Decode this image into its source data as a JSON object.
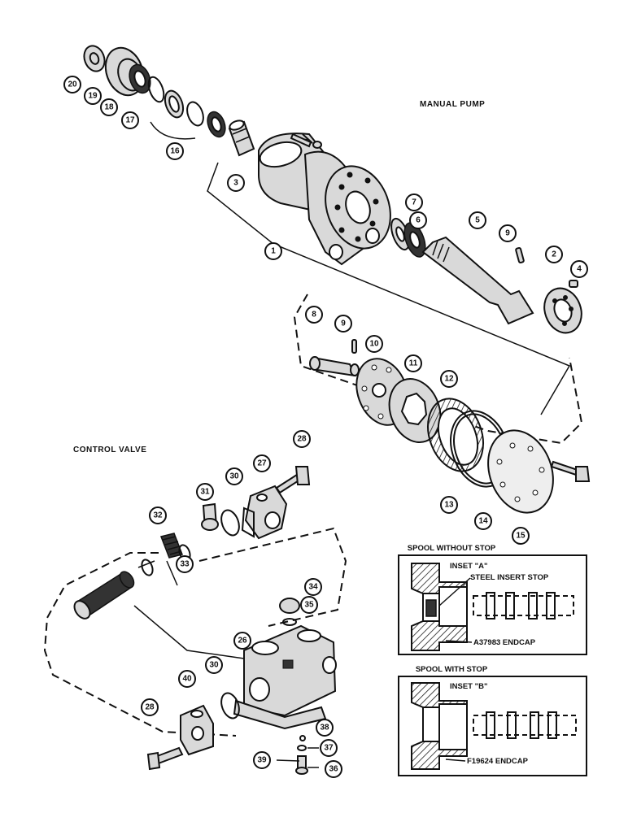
{
  "titles": {
    "manual_pump": "MANUAL PUMP",
    "control_valve": "CONTROL VALVE"
  },
  "insets": {
    "a": {
      "heading": "SPOOL WITHOUT STOP",
      "label": "INSET \"A\"",
      "stop_label": "STEEL INSERT STOP",
      "endcap_label": "A37983 ENDCAP"
    },
    "b": {
      "heading": "SPOOL WITH STOP",
      "label": "INSET \"B\"",
      "endcap_label": "F19624 ENDCAP"
    }
  },
  "callouts": [
    "1",
    "2",
    "3",
    "4",
    "5",
    "6",
    "7",
    "8",
    "9",
    "9",
    "10",
    "11",
    "12",
    "13",
    "14",
    "15",
    "16",
    "17",
    "18",
    "19",
    "20",
    "26",
    "27",
    "28",
    "28",
    "30",
    "30",
    "31",
    "32",
    "33",
    "34",
    "35",
    "36",
    "37",
    "38",
    "39",
    "40"
  ]
}
